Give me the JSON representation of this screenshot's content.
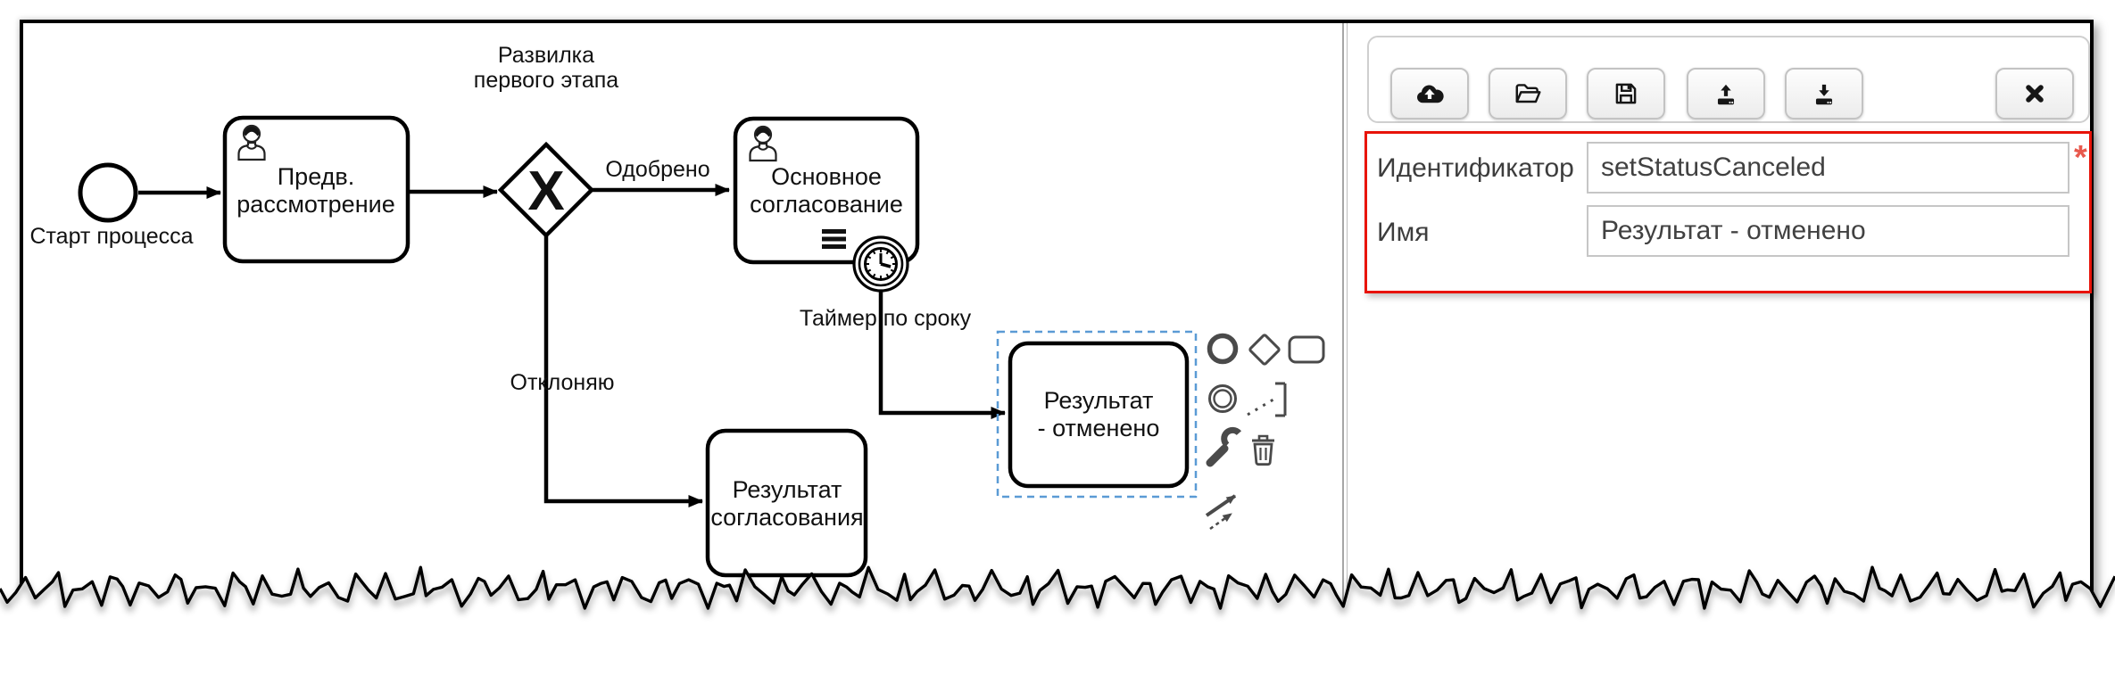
{
  "diagram": {
    "start_event": {
      "label": "Старт процесса"
    },
    "gateway": {
      "name_line1": "Развилка",
      "name_line2": "первого этапа",
      "symbol": "X"
    },
    "flows": {
      "approved": "Одобрено",
      "declined": "Отклоняю"
    },
    "tasks": {
      "preliminary": {
        "line1": "Предв.",
        "line2": "рассмотрение"
      },
      "main": {
        "line1": "Основное",
        "line2": "согласование"
      },
      "result_approval": {
        "line1": "Результат",
        "line2": "согласования"
      },
      "result_canceled": {
        "line1": "Результат",
        "line2": "- отменено"
      }
    },
    "timer_event": {
      "label": "Таймер по сроку"
    }
  },
  "context_pad": {
    "icons": [
      "end-event",
      "gateway",
      "task",
      "intermediate-event",
      "text-annotation",
      "wrench-change-type",
      "trash-delete",
      "connect-flow"
    ]
  },
  "toolbar": {
    "icons": [
      "upload-cloud",
      "open-folder",
      "save-floppy",
      "import-upload",
      "export-download",
      "close"
    ]
  },
  "properties_panel": {
    "identifier_label": "Идентификатор",
    "identifier_value": "setStatusCanceled",
    "required_marker": "*",
    "name_label": "Имя",
    "name_value": "Результат - отменено"
  },
  "colors": {
    "selection_blue": "#5b9bd5",
    "highlight_red": "#e81309",
    "required_red": "#e8594d",
    "shape_stroke": "#000000"
  }
}
